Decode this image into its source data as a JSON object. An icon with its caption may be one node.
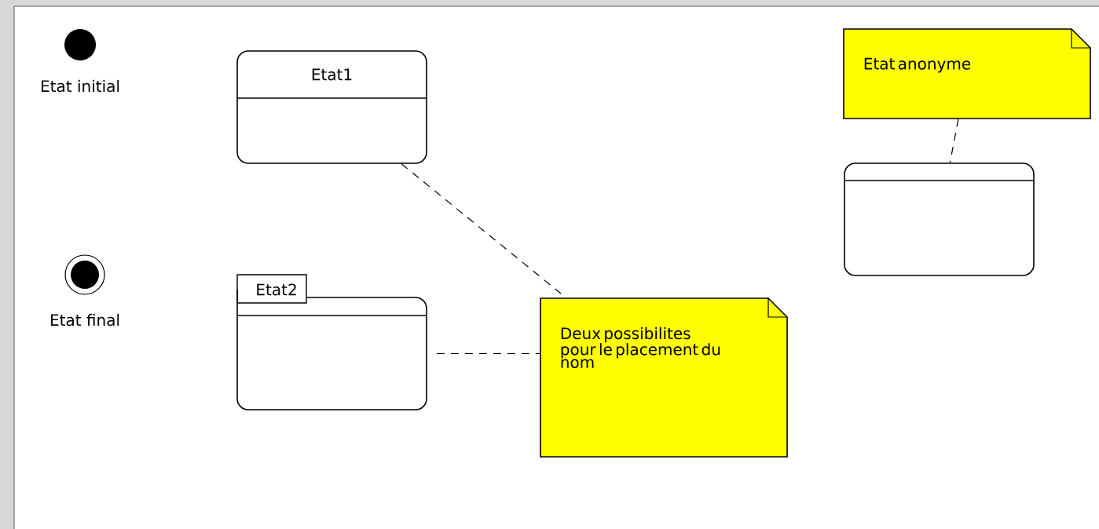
{
  "diagram": {
    "nodes": [
      {
        "text": [],
        "shape": "circle",
        "beside": [
          "Etat initial"
        ]
      },
      {
        "text": [],
        "shape": "circle",
        "beside": [
          "Etat final"
        ]
      },
      {
        "text": [
          "Etat1"
        ]
      },
      {
        "text": [
          "Etat2"
        ]
      },
      {
        "text": [
          "Deux possibilites pour le placement du nom"
        ]
      },
      {
        "text": [
          "Etat anonyme"
        ]
      },
      {
        "text": [],
        "shape": "box"
      }
    ],
    "edges": [
      {
        "from": 2,
        "to": 4,
        "arrow": "none",
        "style": "dashed"
      },
      {
        "from": 3,
        "to": 4,
        "arrow": "none",
        "style": "dashed"
      },
      {
        "from": 5,
        "to": 6,
        "arrow": "none",
        "style": "dashed"
      }
    ]
  }
}
